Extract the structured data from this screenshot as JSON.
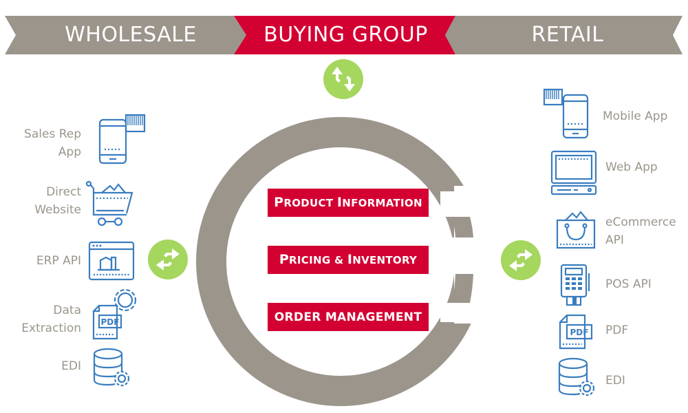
{
  "banner": {
    "left_label": "WHOLESALE",
    "center_label": "BUYING GROUP",
    "right_label": "RETAIL",
    "colors": {
      "gray": "#9b958c",
      "red": "#d30032"
    }
  },
  "center": {
    "ring_color": "#9b958c",
    "items": [
      {
        "first": "P",
        "rest": "RODUCT ",
        "first2": "I",
        "rest2": "NFORMATION"
      },
      {
        "first": "P",
        "rest": "RICING & ",
        "first2": "I",
        "rest2": "NVENTORY"
      },
      {
        "first": "",
        "rest": "ORDER MANAGEMENT",
        "first2": "",
        "rest2": ""
      }
    ],
    "pill_color": "#d30032"
  },
  "sync_icons": {
    "color": "#a5d65e",
    "top": "sync-vertical-icon",
    "left": "sync-horizontal-icon",
    "right": "sync-horizontal-icon"
  },
  "wholesale": {
    "items": [
      {
        "label_line1": "Sales Rep",
        "label_line2": "App",
        "icon": "mobile-barcode-icon"
      },
      {
        "label_line1": "Direct",
        "label_line2": "Website",
        "icon": "shopping-cart-icon"
      },
      {
        "label_line1": "ERP API",
        "label_line2": "",
        "icon": "erp-factory-window-icon"
      },
      {
        "label_line1": "Data",
        "label_line2": "Extraction",
        "icon": "pdf-gear-icon"
      },
      {
        "label_line1": "EDI",
        "label_line2": "",
        "icon": "database-gear-icon"
      }
    ]
  },
  "retail": {
    "items": [
      {
        "label_line1": "Mobile App",
        "label_line2": "",
        "icon": "mobile-barcode-icon"
      },
      {
        "label_line1": "Web App",
        "label_line2": "",
        "icon": "desktop-computer-icon"
      },
      {
        "label_line1": "eCommerce",
        "label_line2": "API",
        "icon": "shopping-bag-icon"
      },
      {
        "label_line1": "POS API",
        "label_line2": "",
        "icon": "pos-terminal-icon"
      },
      {
        "label_line1": "PDF",
        "label_line2": "",
        "icon": "pdf-file-icon"
      },
      {
        "label_line1": "EDI",
        "label_line2": "",
        "icon": "database-gear-icon"
      }
    ]
  },
  "icon_color": "#3a7dbf"
}
